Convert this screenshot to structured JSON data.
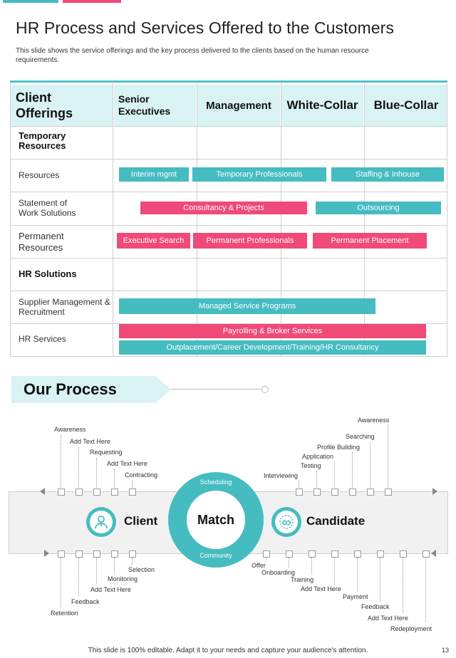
{
  "header": {
    "title": "HR Process and Services Offered to the Customers",
    "subtitle": "This slide shows the service offerings and the key process delivered to the clients based on the human resource requirements.",
    "accent_teal": "#45bcc0",
    "accent_pink": "#ef4a78",
    "header_fill": "#d9f2f3"
  },
  "table": {
    "columns": [
      "Client Offerings",
      "Senior Executives",
      "Management",
      "White-Collar",
      "Blue-Collar"
    ],
    "rows": [
      {
        "label": "Temporary Resources",
        "bold": true
      },
      {
        "label": "Resources"
      },
      {
        "label": "Statement of Work Solutions"
      },
      {
        "label": "Permanent Resources"
      },
      {
        "label": "HR Solutions",
        "bold": true
      },
      {
        "label": "Supplier Management & Recruitment"
      },
      {
        "label": "HR Services"
      }
    ],
    "bars": [
      {
        "label": "Interim mgmt",
        "color": "teal"
      },
      {
        "label": "Temporary  Professionals",
        "color": "teal"
      },
      {
        "label": "Staffing & Inhouse",
        "color": "teal"
      },
      {
        "label": "Consultancy & Projects",
        "color": "pink"
      },
      {
        "label": "Outsourcing",
        "color": "teal"
      },
      {
        "label": "Executive Search",
        "color": "pink"
      },
      {
        "label": "Permanent Professionals",
        "color": "pink"
      },
      {
        "label": "Permanent Placement",
        "color": "pink"
      },
      {
        "label": "Managed Service Programs",
        "color": "teal"
      },
      {
        "label": "Payrolling & Broker Services",
        "color": "pink"
      },
      {
        "label": "Outplacement/Career  Development/Training/HR  Consultancy",
        "color": "teal"
      }
    ]
  },
  "process": {
    "title": "Our Process",
    "center": {
      "label": "Match",
      "top": "Scheduling",
      "bottom": "Community"
    },
    "client": {
      "label": "Client",
      "icon": "businessman-icon"
    },
    "candidate": {
      "label": "Candidate",
      "icon": "handshake-icon"
    },
    "client_top": [
      "Awareness",
      "Add Text Here",
      "Requesting",
      "Add Text Here",
      "Contracting"
    ],
    "client_bottom": [
      "Retention",
      "Feedback",
      "Add Text Here",
      "Monitoring",
      "Selection"
    ],
    "candidate_top": [
      "Interviewing",
      "Testing",
      "Application",
      "Profile Building",
      "Searching",
      "Awareness"
    ],
    "candidate_bottom": [
      "Offer",
      "Onboarding",
      "Training",
      "Add Text Here",
      "Payment",
      "Feedback",
      "Add Text Here",
      "Redeployment"
    ]
  },
  "footer": {
    "text": "This slide is 100% editable. Adapt it to your needs and capture your audience's attention.",
    "page": "13"
  }
}
